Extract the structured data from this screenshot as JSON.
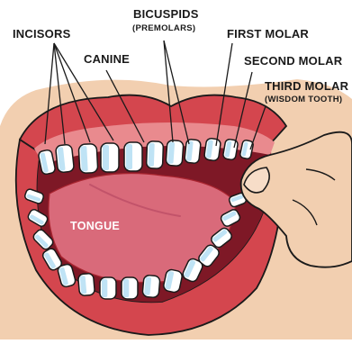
{
  "labels": {
    "incisors": "INCISORS",
    "canine": "CANINE",
    "bicuspids": "BICUSPIDS",
    "premolars": "(PREMOLARS)",
    "first_molar": "FIRST MOLAR",
    "second_molar": "SECOND MOLAR",
    "third_molar": "THIRD MOLAR",
    "wisdom_tooth": "(WISDOM TOOTH)",
    "tongue": "TONGUE"
  },
  "colors": {
    "background": "#ffffff",
    "skin": "#f2cfb0",
    "skin_shadow": "#e2b28e",
    "lip": "#d4464e",
    "lip_dark": "#a8242f",
    "gum": "#e98a8e",
    "mouth_interior": "#7e1826",
    "tongue": "#d96a7a",
    "tooth": "#ffffff",
    "tooth_shade": "#bfe3f5",
    "tooth_outline": "#1a1a1a",
    "label_text": "#1a1a1a"
  }
}
